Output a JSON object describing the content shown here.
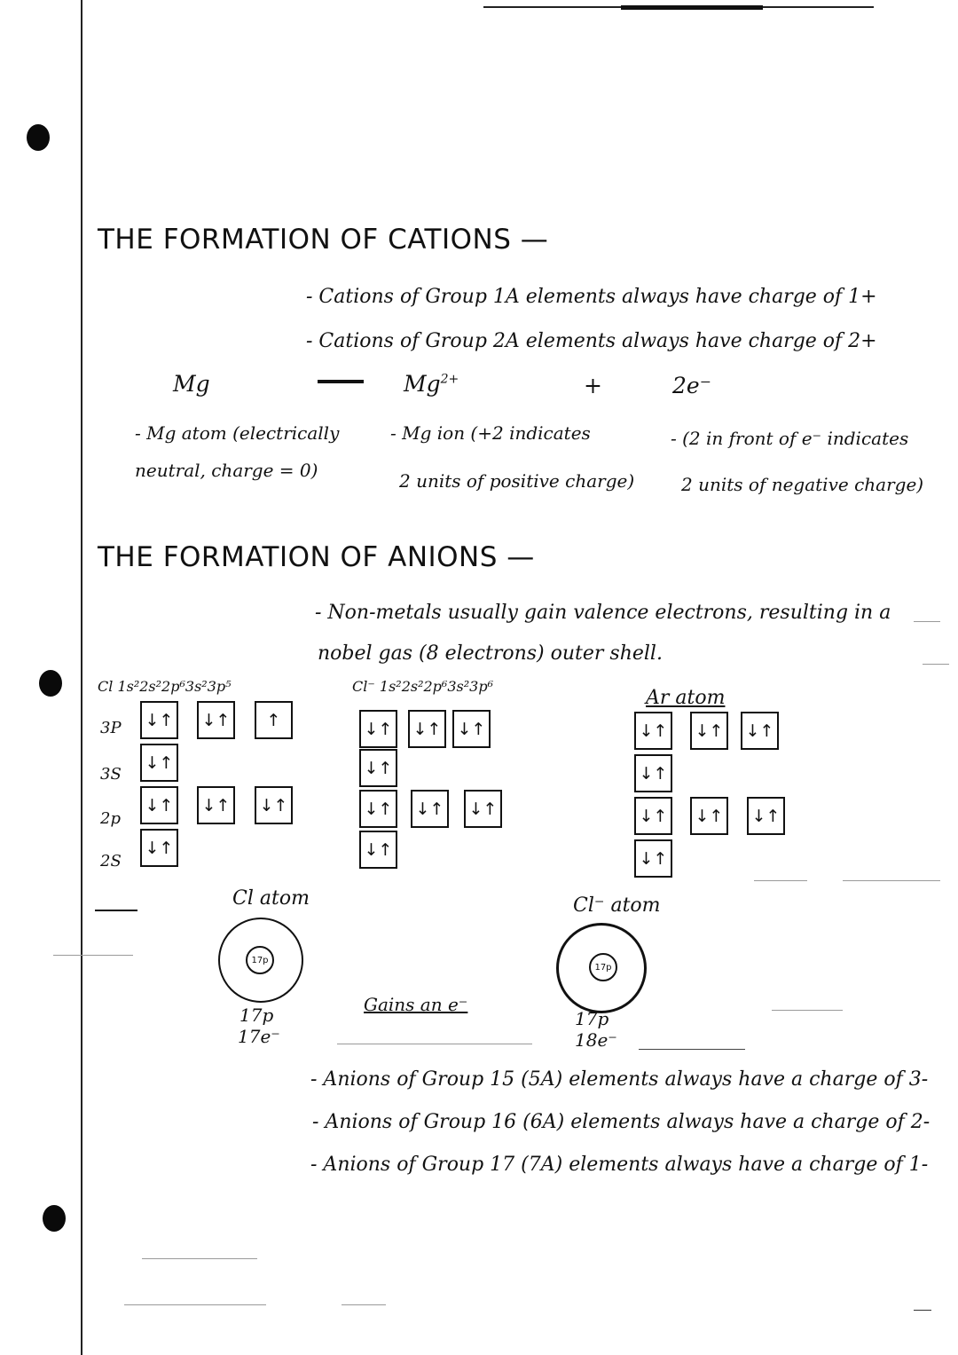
{
  "cations": {
    "title": "THE FORMATION OF CATIONS —",
    "bullets": [
      "- Cations of Group 1A elements always have charge of 1+",
      "- Cations of Group 2A elements always have charge of 2+"
    ],
    "equation": {
      "reactant": "Mg",
      "product": "Mg",
      "product_charge": "2+",
      "plus": "+",
      "electrons": "2e⁻"
    },
    "notes": {
      "atom_l1": "- Mg atom (electrically",
      "atom_l2": "neutral, charge = 0)",
      "ion_l1": "- Mg ion (+2 indicates",
      "ion_l2": "2 units of positive charge)",
      "electron_l1": "- (2 in front of e⁻ indicates",
      "electron_l2": "2 units of negative charge)"
    }
  },
  "anions": {
    "title": "THE FORMATION OF ANIONS —",
    "intro_l1": "- Non-metals usually gain valence electrons, resulting in a",
    "intro_l2": "nobel gas (8 electrons) outer shell.",
    "diagrams": {
      "cl_config": "Cl  1s²2s²2p⁶3s²3p⁵",
      "cl_ion_config": "Cl⁻  1s²2s²2p⁶3s²3p⁶",
      "ar_label": "Ar atom",
      "levels": [
        "3P",
        "3S",
        "2p",
        "2S"
      ],
      "paired": "↓↑",
      "single": "↑"
    },
    "atoms": {
      "cl_atom_label": "Cl atom",
      "cl_nucleus": "17p",
      "cl_protons": "17p",
      "cl_electrons": "17e⁻",
      "gains_label": "Gains an e⁻",
      "cl_ion_label": "Cl⁻ atom",
      "cl_ion_nucleus": "17p",
      "cl_ion_protons": "17p",
      "cl_ion_electrons": "18e⁻"
    },
    "rules": [
      "- Anions of Group 15 (5A) elements always have a charge of 3-",
      "- Anions of Group 16 (6A) elements always have a charge of 2-",
      "- Anions of Group 17 (7A) elements always have a charge of 1-"
    ]
  }
}
